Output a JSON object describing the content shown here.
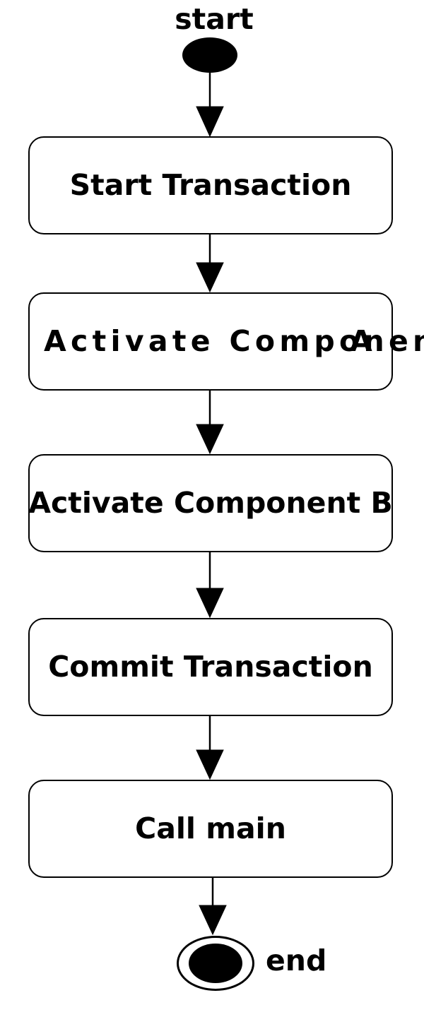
{
  "diagram": {
    "kind": "activity-flowchart",
    "colors": {
      "background": "#ffffff",
      "node_fill": "#ffffff",
      "stroke": "#000000",
      "text": "#000000"
    },
    "start_node": {
      "label": "start"
    },
    "end_node": {
      "label": "end"
    },
    "steps": [
      {
        "label": "Start Transaction"
      },
      {
        "label": "Activate Component A",
        "rendered_text": "Activate Component",
        "rendered_overlay": "A"
      },
      {
        "label": "Activate Component B"
      },
      {
        "label": "Commit Transaction"
      },
      {
        "label": "Call main"
      }
    ],
    "edges": [
      {
        "from": "start",
        "to": "Start Transaction"
      },
      {
        "from": "Start Transaction",
        "to": "Activate Component A"
      },
      {
        "from": "Activate Component A",
        "to": "Activate Component B"
      },
      {
        "from": "Activate Component B",
        "to": "Commit Transaction"
      },
      {
        "from": "Commit Transaction",
        "to": "Call main"
      },
      {
        "from": "Call main",
        "to": "end"
      }
    ]
  }
}
